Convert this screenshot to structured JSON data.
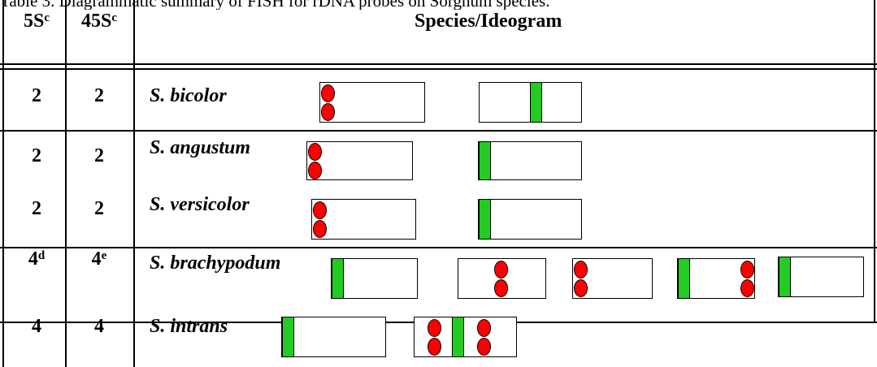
{
  "caption": "Table 3. Diagrammatic summary of FISH for rDNA probes on Sorghum species.",
  "headers": {
    "col1_base": "5S",
    "col1_sup": "c",
    "col2_base": "45S",
    "col2_sup": "c",
    "col3": "Species/Ideogram"
  },
  "rows": [
    {
      "s5": "2",
      "s5_sup": "",
      "s45": "2",
      "s45_sup": "",
      "species": "S. bicolor"
    },
    {
      "s5": "2",
      "s5_sup": "",
      "s45": "2",
      "s45_sup": "",
      "species": "S. angustum"
    },
    {
      "s5": "2",
      "s5_sup": "",
      "s45": "2",
      "s45_sup": "",
      "species": "S. versicolor"
    },
    {
      "s5": "4",
      "s5_sup": "d",
      "s45": "4",
      "s45_sup": "e",
      "species": "S. brachypodum"
    },
    {
      "s5": "4",
      "s5_sup": "",
      "s45": "4",
      "s45_sup": "",
      "species": "S. intrans"
    }
  ],
  "legend_colors": {
    "site_45s_band": "#22cc22",
    "site_5s_dot": "#ff0000"
  }
}
